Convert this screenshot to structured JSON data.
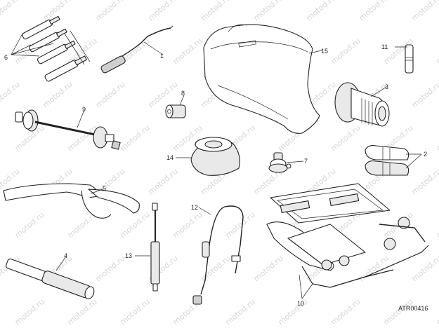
{
  "diagram": {
    "drawing_code": "ATR00416",
    "watermark_text": "motod.ru",
    "callouts": [
      {
        "id": "c1",
        "label": "1"
      },
      {
        "id": "c2",
        "label": "2"
      },
      {
        "id": "c3",
        "label": "3"
      },
      {
        "id": "c4",
        "label": "4"
      },
      {
        "id": "c5",
        "label": "5"
      },
      {
        "id": "c6",
        "label": "6"
      },
      {
        "id": "c7",
        "label": "7"
      },
      {
        "id": "c8",
        "label": "8"
      },
      {
        "id": "c9",
        "label": "9"
      },
      {
        "id": "c10",
        "label": "10"
      },
      {
        "id": "c11",
        "label": "11"
      },
      {
        "id": "c12",
        "label": "12"
      },
      {
        "id": "c13",
        "label": "13"
      },
      {
        "id": "c14",
        "label": "14"
      },
      {
        "id": "c15",
        "label": "15"
      }
    ]
  }
}
